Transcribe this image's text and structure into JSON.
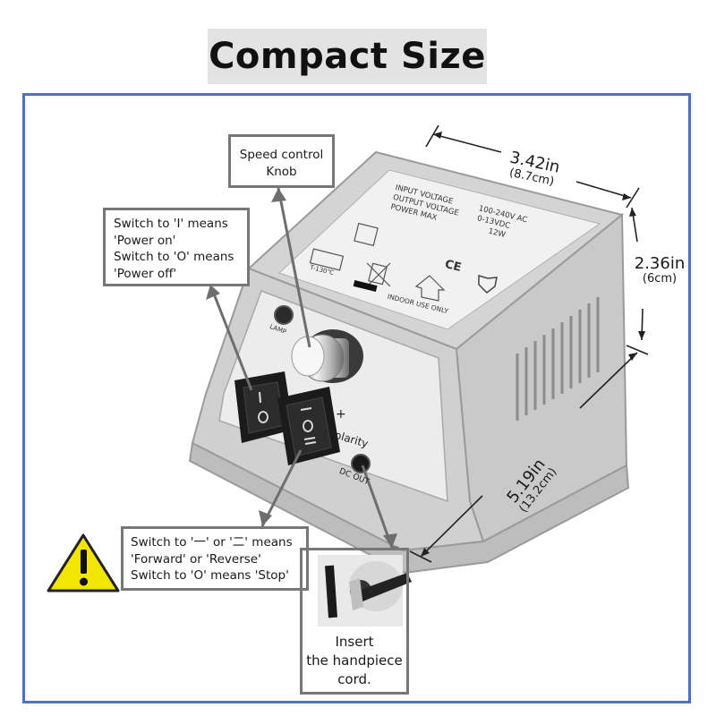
{
  "title": "Compact Size",
  "dimensions": {
    "width_in": "3.42in",
    "width_cm": "(8.7cm)",
    "height_in": "2.36in",
    "height_cm": "(6cm)",
    "depth_in": "5.19in",
    "depth_cm": "(13.2cm)"
  },
  "callouts": {
    "speed_knob": {
      "line1": "Speed control",
      "line2": "Knob"
    },
    "power_switch": {
      "line1": "Switch to 'I' means",
      "line2": "'Power on'",
      "line3": "Switch to 'O' means",
      "line4": "'Power off'"
    },
    "direction_switch": {
      "line1": "Switch to '一' or '二' means",
      "line2": "'Forward' or 'Reverse'",
      "line3": "Switch to 'O' means 'Stop'"
    },
    "handpiece": {
      "line1": "Insert",
      "line2": "the handpiece",
      "line3": "cord."
    }
  },
  "panel_label": {
    "input_voltage_label": "INPUT VOLTAGE",
    "input_voltage_value": "100-240V AC",
    "output_voltage_label": "OUTPUT VOLTAGE",
    "output_voltage_value": "0-13VDC",
    "power_label": "POWER MAX",
    "power_value": "12W",
    "ce_mark": "CE",
    "temp": "T-130℃",
    "indoor": "INDOOR USE ONLY"
  },
  "front_panel": {
    "lamp": "LAMP",
    "polarity": "Polarity",
    "plus": "+",
    "dc_out": "DC OUT"
  },
  "icons": {
    "warning": "warning-icon"
  },
  "colors": {
    "frame": "#4a72c0",
    "warning_fill": "#f2e600",
    "device_body": "#c8c8c8",
    "callout_border": "#777777"
  }
}
